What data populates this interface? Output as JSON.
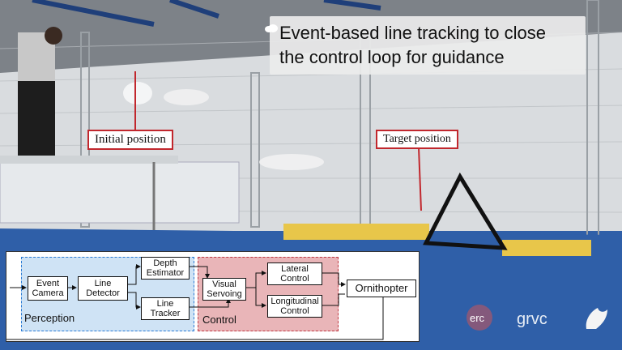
{
  "title": {
    "line1": "Event-based line tracking to close",
    "line2": "the control loop for guidance"
  },
  "annotations": {
    "initial": "Initial position",
    "target": "Target position"
  },
  "diagram": {
    "perception_label": "Perception",
    "control_label": "Control",
    "blocks": {
      "event_camera": [
        "Event",
        "Camera"
      ],
      "line_detector": [
        "Line",
        "Detector"
      ],
      "depth_estimator": [
        "Depth",
        "Estimator"
      ],
      "line_tracker": [
        "Line",
        "Tracker"
      ],
      "visual_servoing": [
        "Visual",
        "Servoing"
      ],
      "lateral_control": [
        "Lateral",
        "Control"
      ],
      "longitudinal_control": [
        "Longitudinal",
        "Control"
      ],
      "ornithopter": [
        "Ornithopter"
      ]
    }
  },
  "logos": {
    "erc": "erc",
    "grvc": "grvc"
  },
  "colors": {
    "annotation_border": "#c1272d",
    "perception_fill": "#cfe3f5",
    "perception_border": "#2a7bd4",
    "control_fill": "#e9b5b8",
    "control_border": "#c03a44",
    "floor": "#2f5fa8"
  }
}
